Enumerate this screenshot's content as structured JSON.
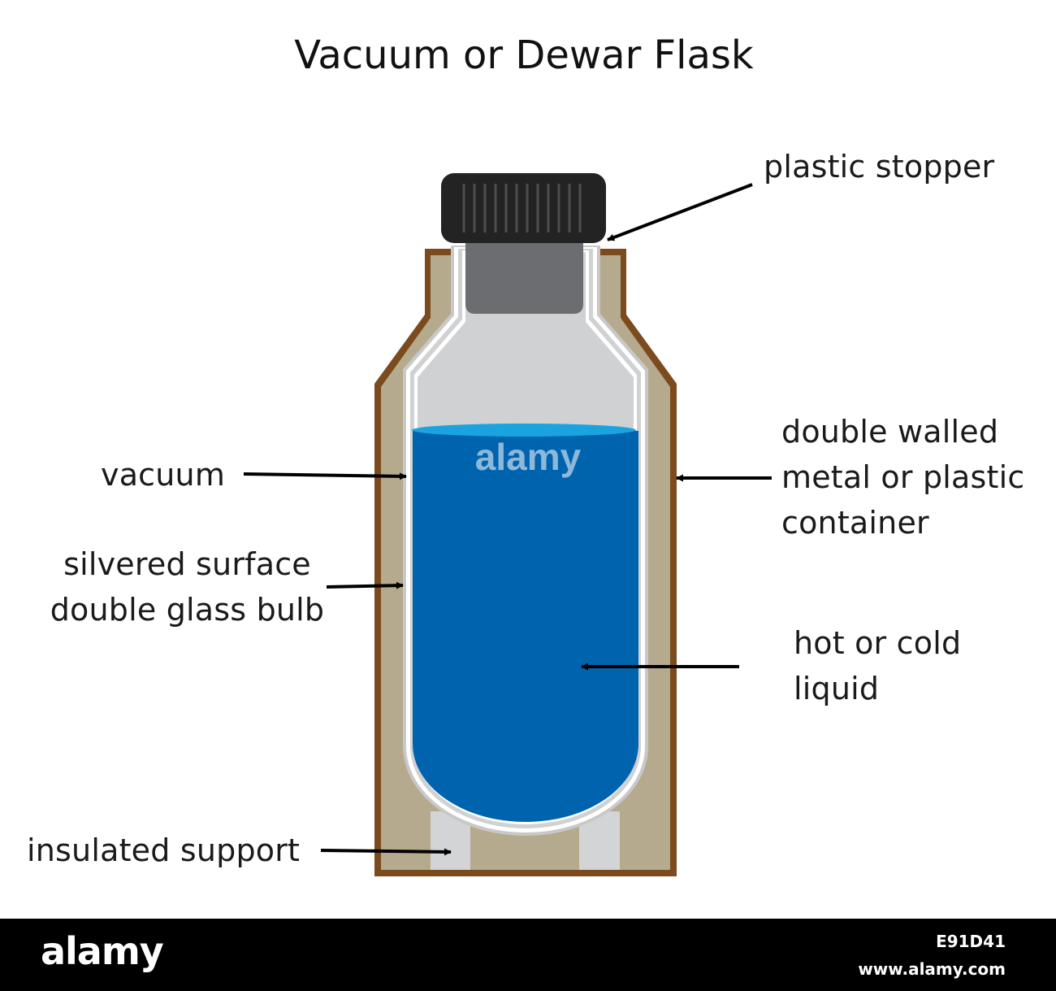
{
  "title": "Vacuum or Dewar Flask",
  "labels": {
    "plastic_stopper": "plastic stopper",
    "vacuum": "vacuum",
    "silvered_surface": "silvered surface\ndouble glass bulb",
    "double_walled": "double walled\nmetal or plastic\ncontainer",
    "liquid": "hot or cold\nliquid",
    "insulated_support": "insulated support"
  },
  "watermark": {
    "logo": "alamy",
    "image_id": "E91D41",
    "site": "www.alamy.com"
  },
  "colors": {
    "outer_casing": "#7b4a1d",
    "insulation": "#b6aa8e",
    "glass_silvered": "#ffffff",
    "air_space": "#cfd1d3",
    "liquid": "#0063ae",
    "liquid_surface": "#1aa3df",
    "stopper_cap": "#232323",
    "stopper_plug": "#6b6d70",
    "support_blocks": "#d3d4d6"
  }
}
